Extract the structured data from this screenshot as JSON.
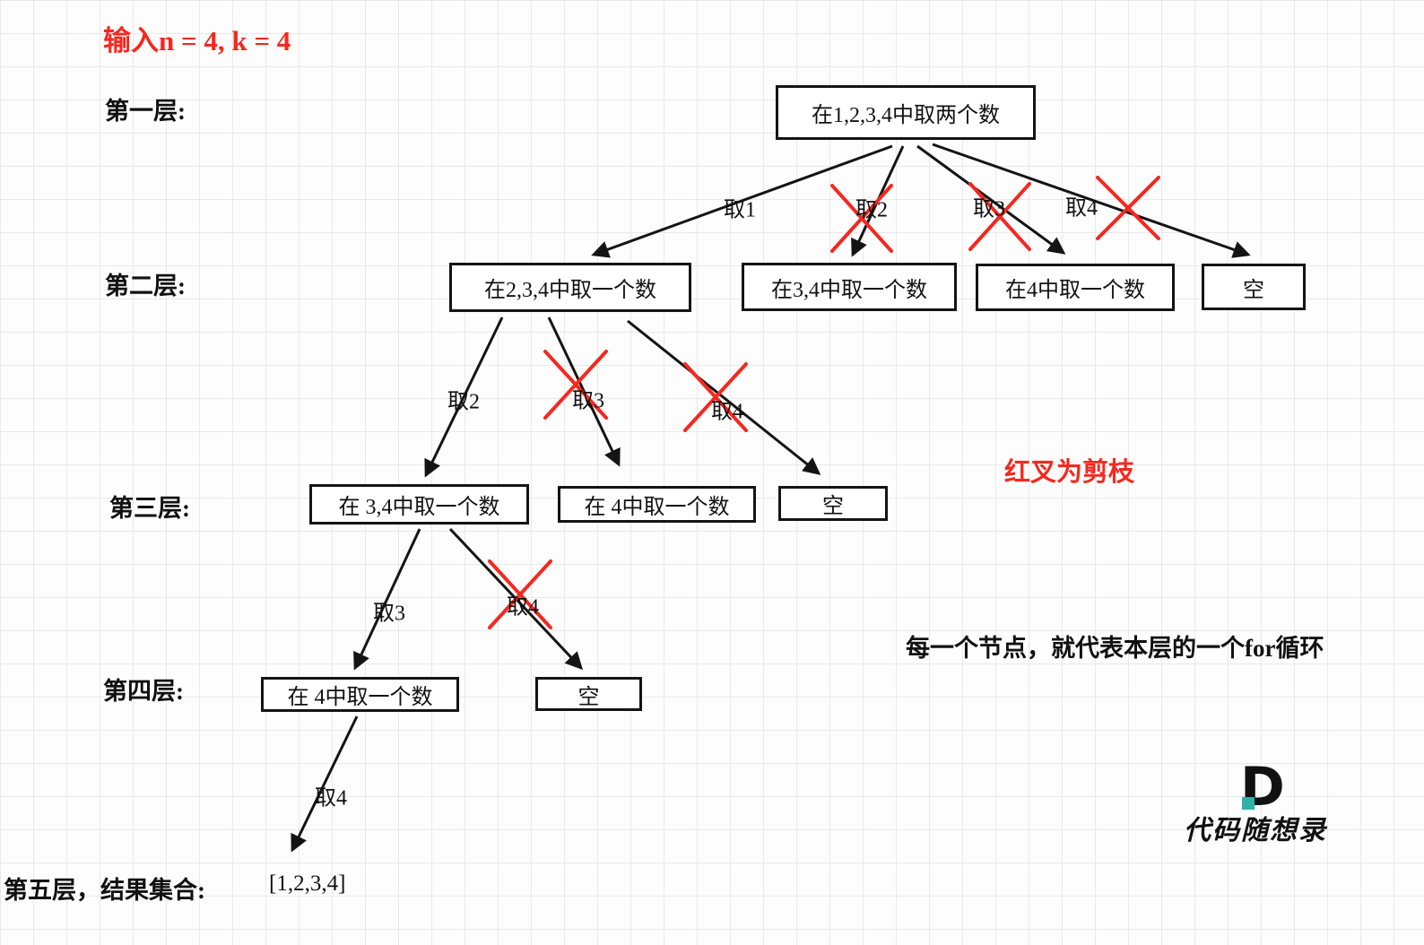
{
  "title": "输入n = 4, k = 4",
  "layer_labels": {
    "l1": "第一层:",
    "l2": "第二层:",
    "l3": "第三层:",
    "l4": "第四层:",
    "l5": "第五层，结果集合:"
  },
  "nodes": {
    "root": "在1,2,3,4中取两个数",
    "l2_take1": "在2,3,4中取一个数",
    "l2_take2": "在3,4中取一个数",
    "l2_take3": "在4中取一个数",
    "l2_take4": "空",
    "l3_take2": "在 3,4中取一个数",
    "l3_take3": "在 4中取一个数",
    "l3_take4": "空",
    "l4_take3": "在 4中取一个数",
    "l4_take4": "空"
  },
  "result": "[1,2,3,4]",
  "edges": {
    "e1": "取1",
    "e2": "取2",
    "e3": "取3",
    "e4": "取4",
    "e5": "取2",
    "e6": "取3",
    "e7": "取4",
    "e8": "取3",
    "e9": "取4",
    "e10": "取4"
  },
  "annotations": {
    "pruning": "红叉为剪枝",
    "for_loop": "每一个节点，就代表本层的一个for循环"
  },
  "logo": {
    "mark": "D",
    "name": "代码随想录"
  },
  "colors": {
    "red": "#f4281f",
    "ink": "#141414",
    "teal": "#2fb3a7"
  }
}
